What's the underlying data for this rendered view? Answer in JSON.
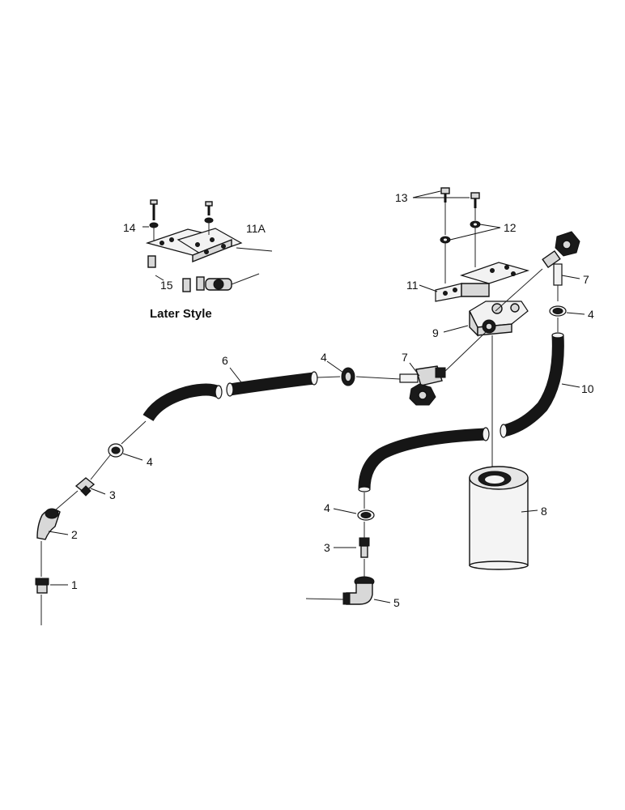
{
  "inset": {
    "caption": "Later Style"
  },
  "callouts": {
    "c1": "1",
    "c2": "2",
    "c3a": "3",
    "c3b": "3",
    "c4a": "4",
    "c4b": "4",
    "c4c": "4",
    "c4d": "4",
    "c5": "5",
    "c6": "6",
    "c7a": "7",
    "c7b": "7",
    "c8": "8",
    "c9": "9",
    "c10": "10",
    "c11": "11",
    "c11a": "11A",
    "c12": "12",
    "c13": "13",
    "c14": "14",
    "c15": "15"
  },
  "icons": [
    "pipe-plug",
    "street-elbow",
    "hose-fitting",
    "hose-clamp",
    "elbow",
    "fuel-hose",
    "shutoff-valve",
    "filter-element",
    "filter-head",
    "mounting-bracket",
    "lock-washer",
    "cap-screw",
    "spacer"
  ],
  "colors": {
    "line": "#111111",
    "hose": "#161616",
    "paper": "#ffffff"
  }
}
